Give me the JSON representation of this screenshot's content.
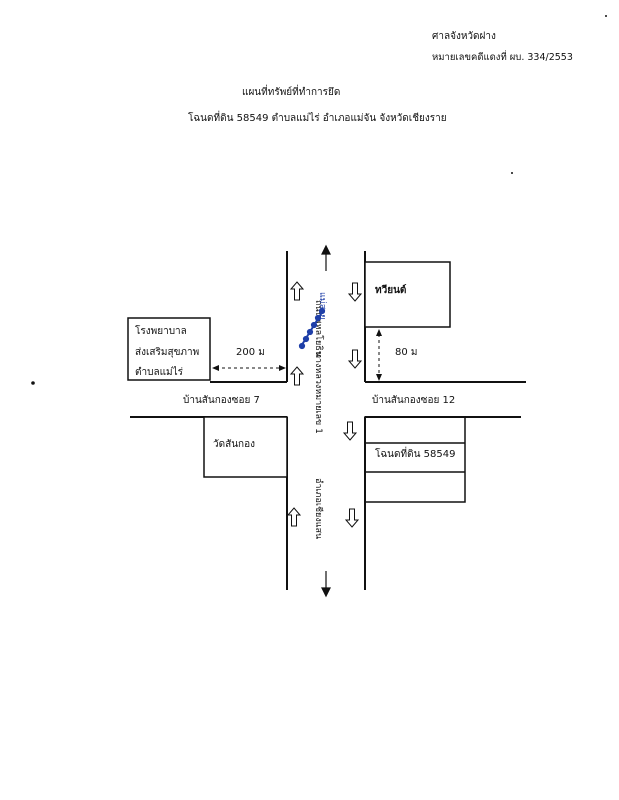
{
  "header": {
    "court": "ศาลจังหวัดฝาง",
    "case_number": "หมายเลขคดีแดงที่ ผบ. 334/2553"
  },
  "title": "แผนที่ทรัพย์ที่ทำการยึด",
  "subtitle": "โฉนดที่ดิน 58549  ตำบลแม่ไร่ อำเภอแม่จัน จังหวัดเชียงราย",
  "map": {
    "hospital": [
      "โรงพยาบาล",
      "ส่งเสริมสุขภาพ",
      "ตำบลแม่ไร่"
    ],
    "hospital_distance": "200 ม",
    "shop": "ทวียนต์",
    "shop_distance": "80 ม",
    "soi_left": "บ้านสันกองซอย 7",
    "soi_right": "บ้านสันกองซอย 12",
    "temple": "วัดสันกอง",
    "land_plot": "โฉนดที่ดิน 58549",
    "road_north": "ถนนพหลโยธิน",
    "road_center": "ทางหลวงหมายเลข 1",
    "road_south": "อำเภอเชียงแสน",
    "north_mark": "แม่สาย"
  }
}
